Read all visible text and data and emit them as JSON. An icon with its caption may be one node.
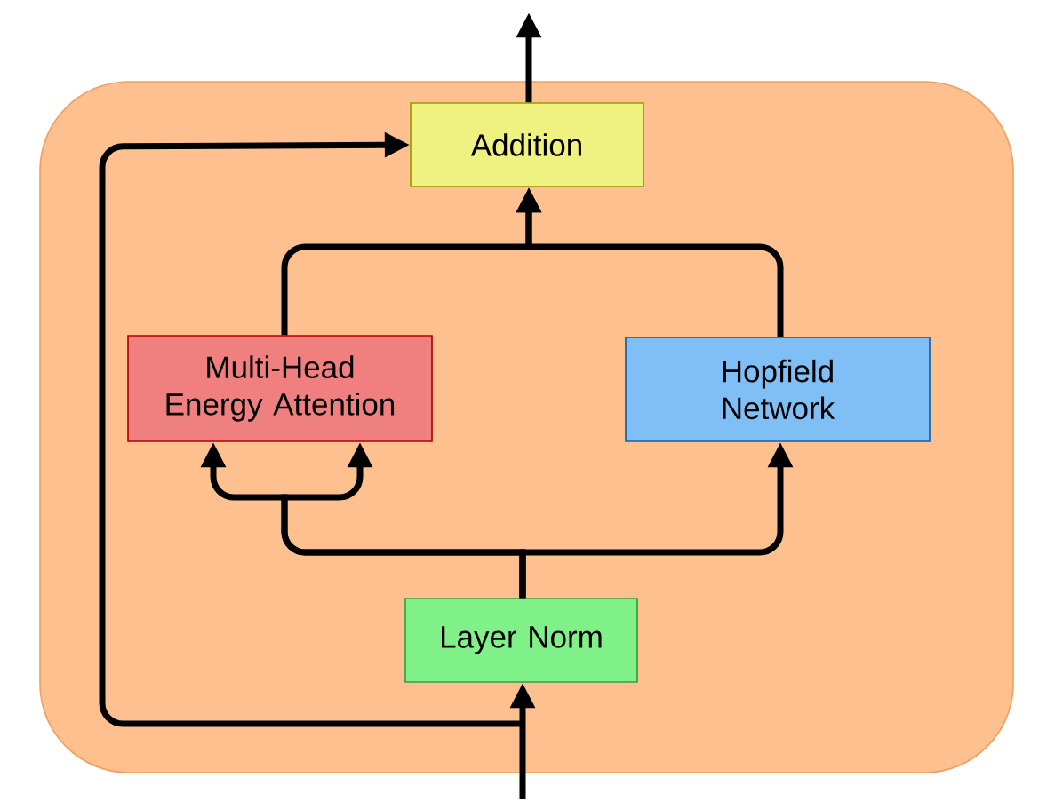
{
  "diagram": {
    "nodes": [
      {
        "text": [],
        "shape": "box"
      },
      {
        "text": [
          "Addition"
        ],
        "in": 0
      },
      {
        "text": [
          "Multi-Head Energy Attention"
        ],
        "in": 0
      },
      {
        "text": [
          "Hopfield Network"
        ],
        "in": 0
      },
      {
        "text": [
          "Layer Norm"
        ],
        "in": 0
      }
    ],
    "edges": [
      {
        "from": null,
        "to": 4,
        "arrow": "to"
      },
      {
        "from": 4,
        "to": 2,
        "arrow": "to"
      },
      {
        "from": 4,
        "to": 2,
        "arrow": "to"
      },
      {
        "from": 4,
        "to": 3,
        "arrow": "to"
      },
      {
        "from": 2,
        "to": 1,
        "arrow": "to"
      },
      {
        "from": 3,
        "to": 1,
        "arrow": "to"
      },
      {
        "from": null,
        "to": 1,
        "arrow": "to"
      },
      {
        "from": 1,
        "to": null,
        "arrow": "to"
      }
    ]
  }
}
